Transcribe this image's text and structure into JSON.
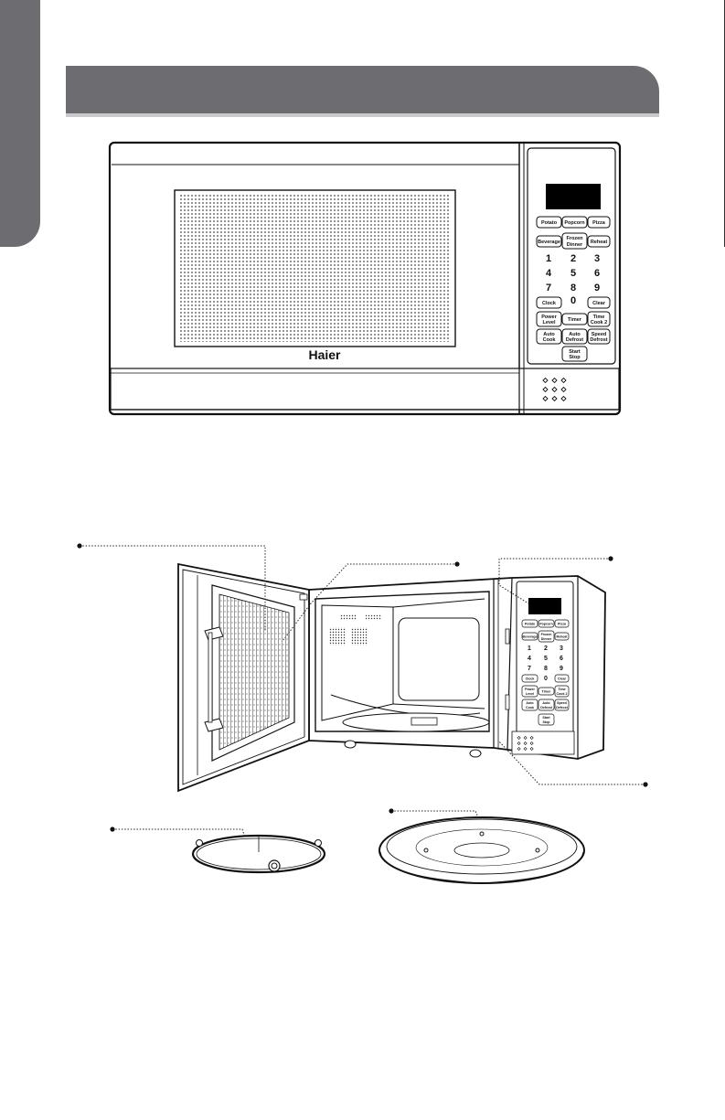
{
  "front_view": {
    "brand": "Haier",
    "buttons": {
      "potato": "Potato",
      "popcorn": "Popcorn",
      "pizza": "Pizza",
      "beverage": "Beverage",
      "frozen_dinner_1": "Frozen",
      "frozen_dinner_2": "Dinner",
      "reheat": "Reheat",
      "clock": "Clock",
      "clear": "Clear",
      "power_level_1": "Power",
      "power_level_2": "Level",
      "timer": "Timer",
      "time_cook_1": "Time",
      "time_cook_2": "Cook 2",
      "auto_cook_1": "Auto",
      "auto_cook_2": "Cook",
      "auto_defrost_1": "Auto",
      "auto_defrost_2": "Defrost",
      "speed_defrost_1": "Speed",
      "speed_defrost_2": "Defrost",
      "start_stop_1": "Start",
      "start_stop_2": "Stop"
    },
    "keypad": [
      "1",
      "2",
      "3",
      "4",
      "5",
      "6",
      "7",
      "8",
      "9",
      "0"
    ]
  },
  "open_view": {
    "buttons": {
      "potato": "Potato",
      "popcorn": "Popcorn",
      "pizza": "Pizza",
      "beverage": "Beverage",
      "frozen_dinner_1": "Frozen",
      "frozen_dinner_2": "Dinner",
      "reheat": "Reheat",
      "clock": "Clock",
      "clear": "Clear",
      "power_level_1": "Power",
      "power_level_2": "Level",
      "timer": "Timer",
      "time_cook_1": "Time",
      "time_cook_2": "Cook 2",
      "auto_cook_1": "Auto",
      "auto_cook_2": "Cook",
      "auto_defrost_1": "Auto",
      "auto_defrost_2": "Defrost",
      "speed_defrost_1": "Speed",
      "speed_defrost_2": "Defrost",
      "start_stop_1": "Start",
      "start_stop_2": "Stop"
    },
    "keypad": [
      "1",
      "2",
      "3",
      "4",
      "5",
      "6",
      "7",
      "8",
      "9",
      "0"
    ]
  },
  "colors": {
    "header_gray": "#6d6d71",
    "line": "#111111"
  }
}
